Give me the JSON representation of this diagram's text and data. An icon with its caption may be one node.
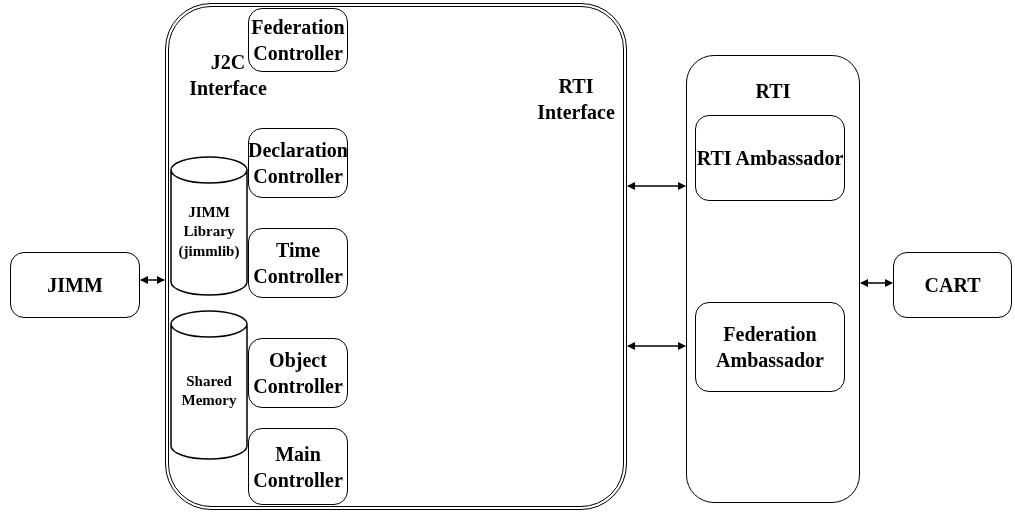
{
  "diagram": {
    "nodes": [
      {
        "text": [
          "JIMM"
        ]
      },
      {
        "text": [
          "J2C Interface",
          "RTI Interface"
        ]
      },
      {
        "text": [
          "Federation Controller"
        ],
        "in": 1
      },
      {
        "text": [
          "Declaration Controller"
        ],
        "in": 1
      },
      {
        "text": [
          "Time Controller"
        ],
        "in": 1
      },
      {
        "text": [
          "Object Controller"
        ],
        "in": 1
      },
      {
        "text": [
          "Main Controller"
        ],
        "in": 1
      },
      {
        "text": [
          "JIMM Library (jimmlib)"
        ],
        "in": 1
      },
      {
        "text": [
          "Shared Memory"
        ],
        "in": 1
      },
      {
        "text": [
          "RTI"
        ]
      },
      {
        "text": [
          "RTI Ambassador"
        ],
        "in": 9
      },
      {
        "text": [
          "Federation Ambassador"
        ],
        "in": 9
      },
      {
        "text": [
          "CART"
        ]
      }
    ],
    "edges": [
      {
        "from": 0,
        "to": 1,
        "arrow": "both"
      },
      {
        "from": 1,
        "to": 9,
        "arrow": "both"
      },
      {
        "from": 1,
        "to": 9,
        "arrow": "both"
      },
      {
        "from": 9,
        "to": 12,
        "arrow": "both"
      }
    ]
  }
}
